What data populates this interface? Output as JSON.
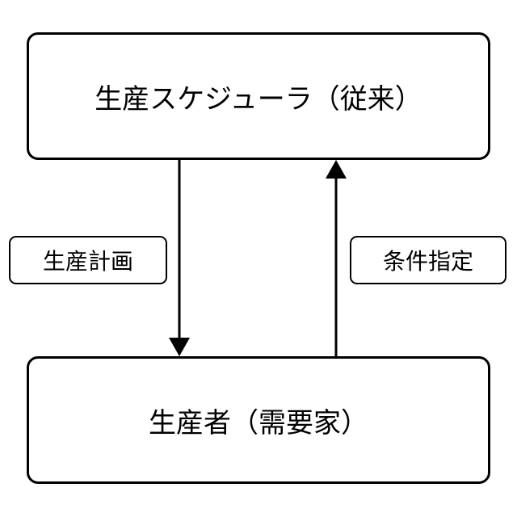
{
  "diagram": {
    "top_node": {
      "label": "生産スケジューラ（従来）"
    },
    "bottom_node": {
      "label": "生産者（需要家）"
    },
    "edges": [
      {
        "from": "top_node",
        "to": "bottom_node",
        "label": "生産計画"
      },
      {
        "from": "bottom_node",
        "to": "top_node",
        "label": "条件指定"
      }
    ]
  }
}
